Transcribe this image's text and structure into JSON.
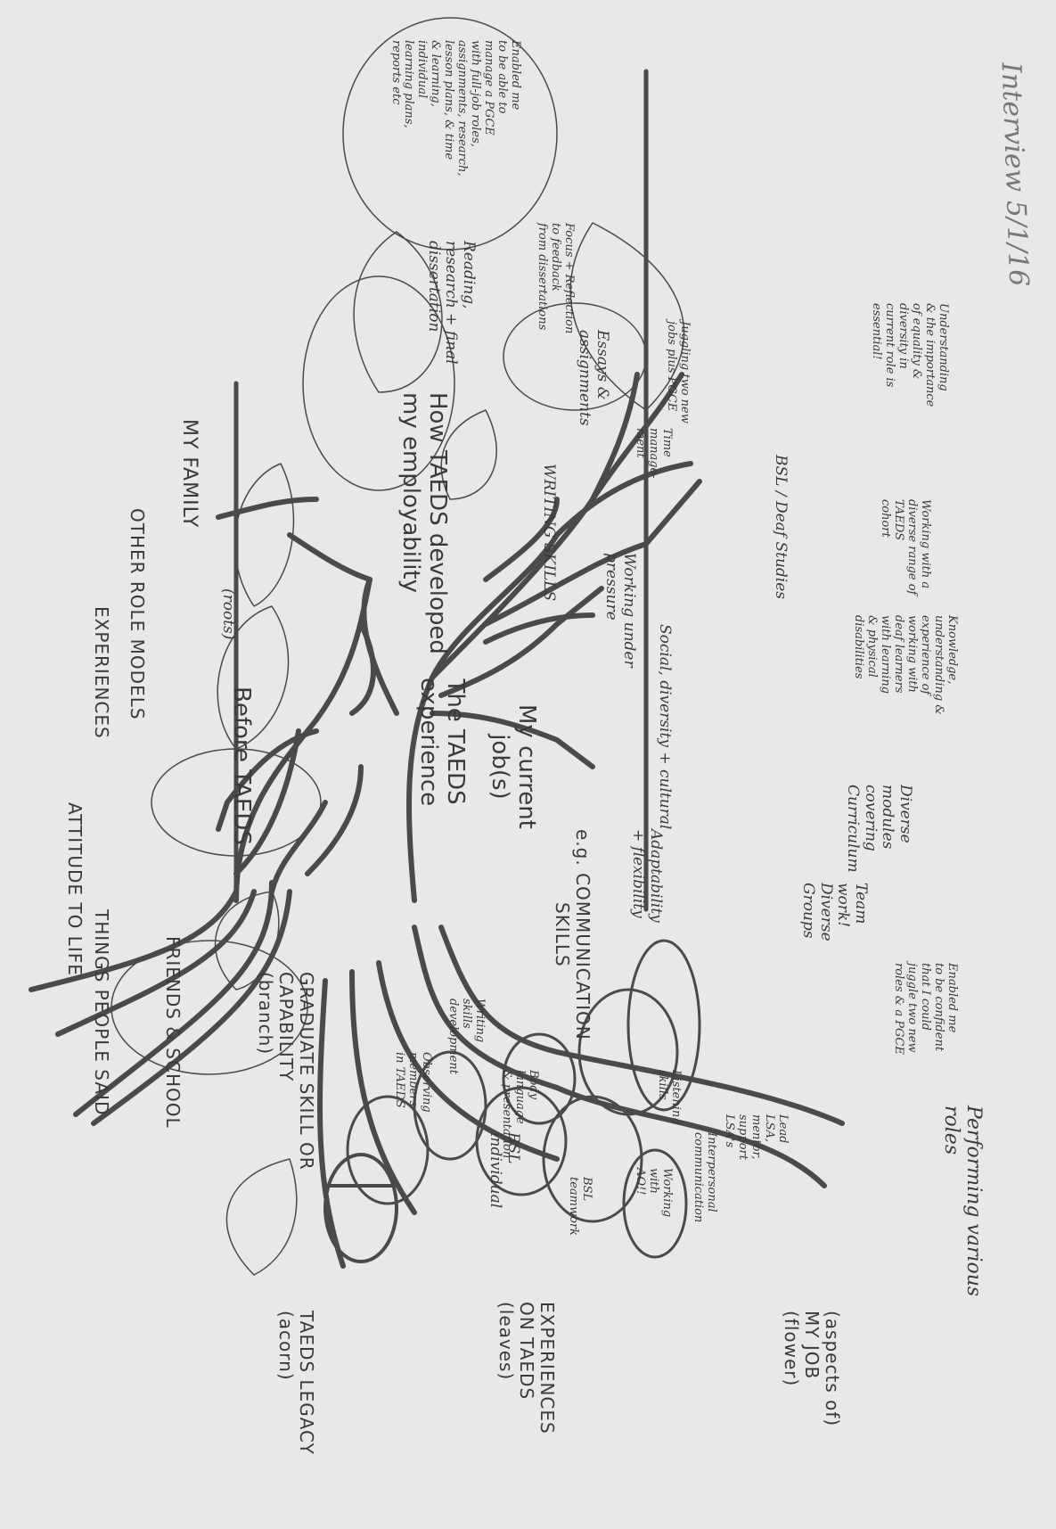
{
  "header": {
    "date_note": "Interview 5/1/16"
  },
  "sections": {
    "before": "Before TAEDS",
    "experience": "The TAEDS\nexperience",
    "employability": "How TAEDS developed\nmy employability"
  },
  "roots": [
    "MY FAMILY",
    "(roots)",
    "OTHER ROLE MODELS",
    "EXPERIENCES",
    "ATTITUDE TO LIFE",
    "THINGS PEOPLE SAID",
    "FRIENDS & SCHOOL"
  ],
  "trunk": {
    "current_job": "My current\njob(s)",
    "example": "e.g. COMMUNICATION\nSKILLS"
  },
  "branches": {
    "writing": "WRITING SKILLS",
    "pressure": "Working under\npressure",
    "social": "Social, diversity + cultural",
    "adaptability": "Adaptability\n+ flexibility"
  },
  "leaves_upper": [
    "Enabled me\nto be able to\nmanage a PGCE\nwith full-job roles,\nassignments, research,\nlesson plans, & time\n& learning,\nindividual\nlearning plans,\nreports etc",
    "Reading,\nresearch + final\ndissertation",
    "Essays &\nassignments",
    "Focus + Reflection\nto feedback\nfrom dissertations",
    "Juggling two new\njobs plus PGCE",
    "Time\nmanage-\nment",
    "BSL / Deaf Studies",
    "Understanding\n& the importance\nof equality &\ndiversity in\ncurrent role is\nessential!",
    "Working with a\ndiverse range of\nTAEDS\ncohort",
    "Knowledge,\nunderstanding &\nexperience of\nworking with\ndeaf learners\nwith learning\n& physical\ndisabilities",
    "Diverse\nmodules\ncovering\nCurriculum",
    "Team\nwork!\nDiverse\nGroups",
    "Enabled me\nto be confident\nthat I could\njuggle two new\nroles & a PGCE",
    "Performing various\nroles"
  ],
  "leaves_lower": [
    "Writing\nskills\ndevelopment",
    "Body\nlanguage\n& presentation",
    "Observing\nmembers\nin TAEDS",
    "BSL\nindividual",
    "BSL\nteamwork",
    "Working\nwith\nAO!!",
    "Listening\nskills",
    "Interpersonal\ncommunication",
    "Lead\nLSA,\nmentor,\nsupport\nLSA's"
  ],
  "legend": {
    "skill": "GRADUATE SKILL OR\nCAPABILITY\n(branch)",
    "experiences": "EXPERIENCES\nON TAEDS\n(leaves)",
    "aspects": "(aspects of)\nMY JOB\n(flower)",
    "legacy": "TAEDS LEGACY\n(acorn)"
  },
  "colors": {
    "ink": "#4a4a4a",
    "paper": "#e8e8e8"
  }
}
